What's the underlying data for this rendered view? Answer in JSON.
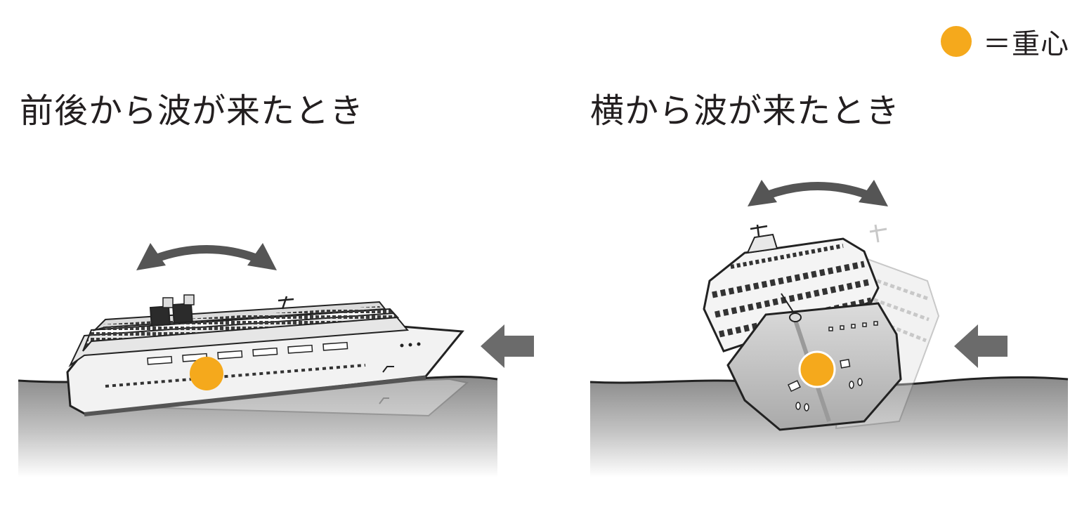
{
  "legend": {
    "marker_color": "#f5a91c",
    "text": "＝重心"
  },
  "panels": [
    {
      "title": "前後から波が来たとき"
    },
    {
      "title": "横から波が来たとき"
    }
  ],
  "colors": {
    "water_top": "#8c8c8c",
    "water_bottom": "#ffffff",
    "arrow": "#555555",
    "hull_light": "#f2f2f2",
    "hull_gray": "#c8c8c8",
    "outline": "#222222",
    "center_of_gravity": "#f5a91c"
  }
}
